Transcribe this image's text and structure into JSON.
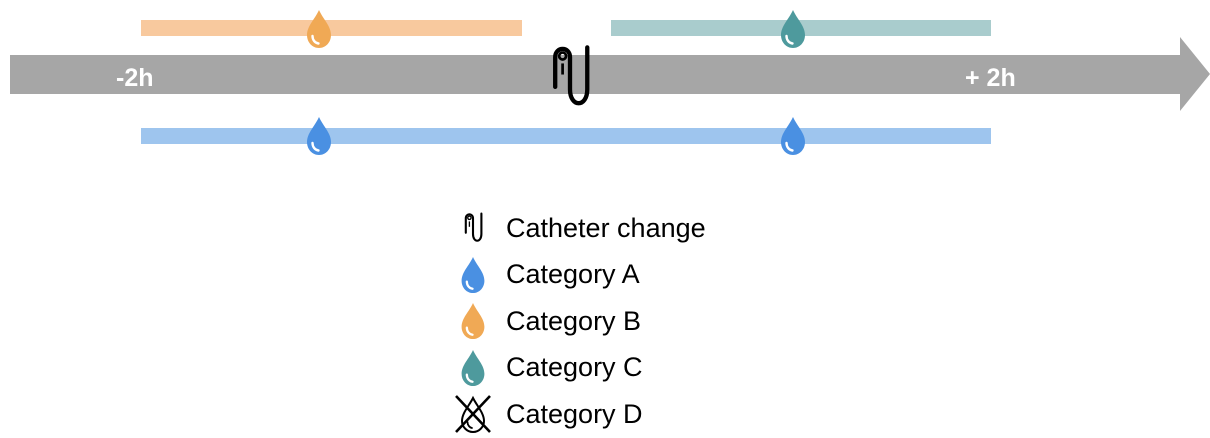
{
  "timeline": {
    "start_label": "-2h",
    "end_label": "+ 2h",
    "arrow_color": "#a6a6a6",
    "center_event": "catheter-icon"
  },
  "bars": [
    {
      "category": "Category B",
      "color": "#f8c99e",
      "drop_color": "#f0a955",
      "drop_positions": [
        "-1h"
      ]
    },
    {
      "category": "Category C",
      "color": "#a9cccd",
      "drop_color": "#4e9a9d",
      "drop_positions": [
        "+1h"
      ]
    },
    {
      "category": "Category A",
      "color": "#9ec5ee",
      "drop_color": "#4a90e2",
      "drop_positions": [
        "-1h",
        "+1h"
      ]
    }
  ],
  "legend": [
    {
      "icon": "catheter-icon",
      "label": "Catheter change"
    },
    {
      "icon": "blue-drop-icon",
      "label": "Category A",
      "color": "#4a90e2"
    },
    {
      "icon": "orange-drop-icon",
      "label": "Category B",
      "color": "#f0a955"
    },
    {
      "icon": "teal-drop-icon",
      "label": "Category C",
      "color": "#4e9a9d"
    },
    {
      "icon": "crossed-drop-icon",
      "label": "Category D"
    }
  ]
}
